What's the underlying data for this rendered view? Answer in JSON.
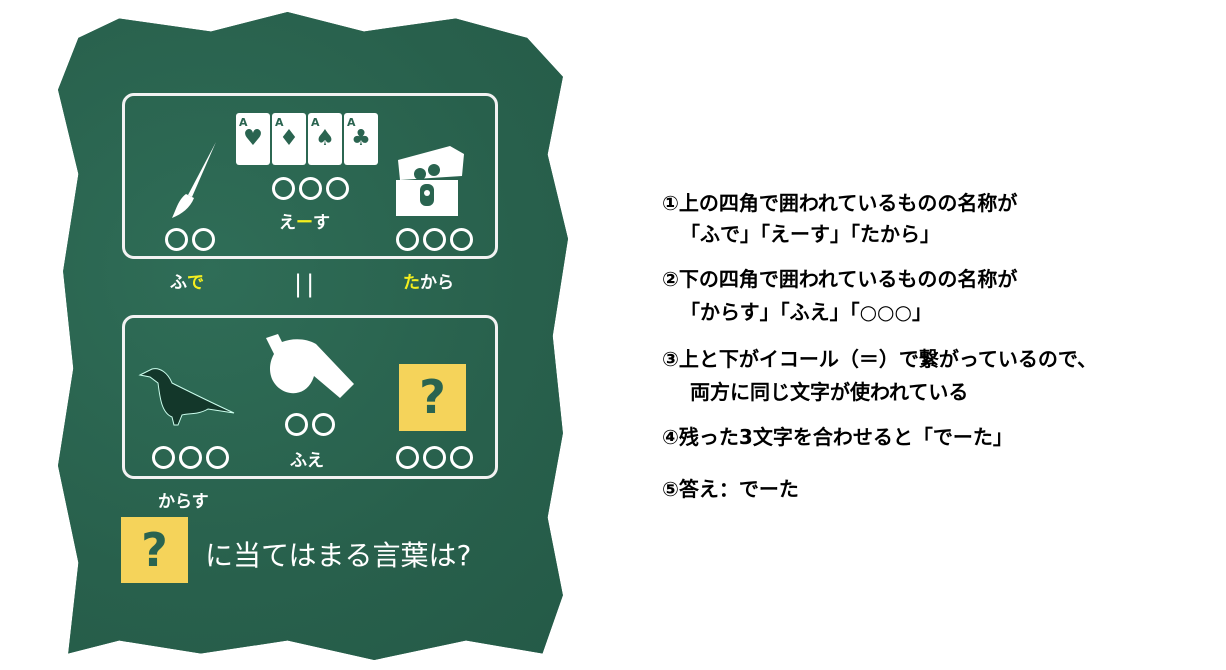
{
  "top": {
    "items": [
      {
        "name": "brush-icon",
        "slots": 2,
        "answer_white": "ふ",
        "answer_yellow": "で"
      },
      {
        "name": "aces-icon",
        "slots": 3,
        "answer_white_a": "え",
        "answer_yellow": "ー",
        "answer_white_b": "す",
        "suits": [
          "♥",
          "♦",
          "♠",
          "♣"
        ],
        "card_rank": "A"
      },
      {
        "name": "treasure-icon",
        "slots": 3,
        "answer_yellow": "た",
        "answer_white": "から"
      }
    ]
  },
  "equals": "||",
  "bottom": {
    "items": [
      {
        "name": "crow-icon",
        "slots": 3,
        "answer": "からす"
      },
      {
        "name": "whistle-icon",
        "slots": 2,
        "answer": "ふえ"
      },
      {
        "name": "question-box",
        "slots": 3,
        "mark": "?"
      }
    ]
  },
  "question": {
    "mark": "?",
    "text": "に当てはまる言葉は?"
  },
  "explanation": [
    "①上の四角で囲われているものの名称が",
    "「ふで」「えーす」「たから」",
    "②下の四角で囲われているものの名称が",
    "「からす」「ふえ」「○○○」",
    "③上と下がイコール（＝）で繋がっているので、",
    "両方に同じ文字が使われている",
    "④残った3文字を合わせると「でーた」",
    "⑤答え：でーた"
  ],
  "colors": {
    "board": "#2a6450",
    "yellow_box": "#f5d35a",
    "highlight": "#f5ef1e"
  }
}
